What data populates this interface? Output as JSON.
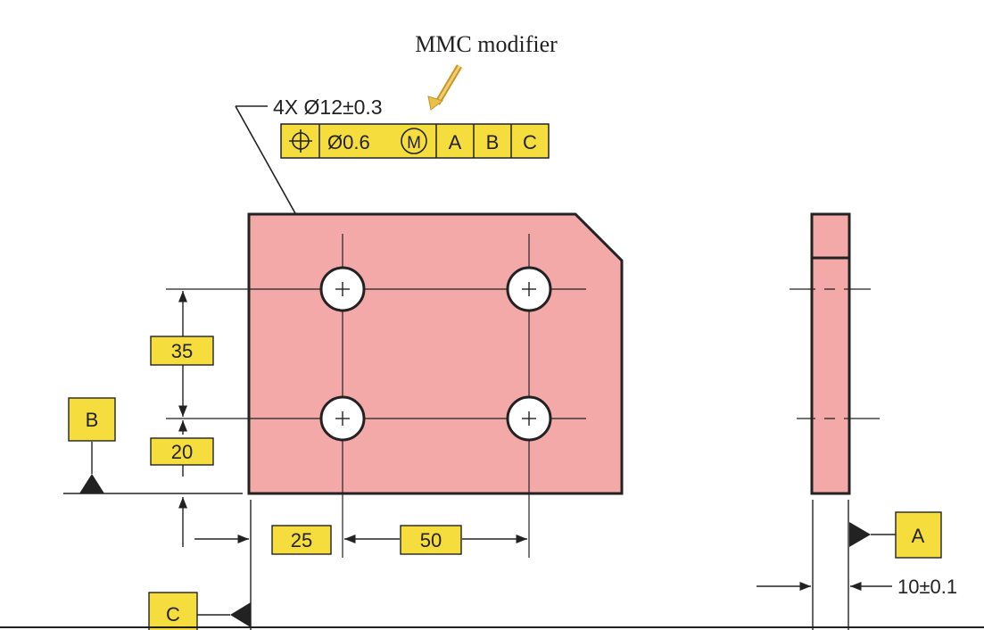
{
  "annotation_label": "MMC modifier",
  "hole_callout": "4X Ø12±0.3",
  "feature_control_frame": {
    "tolerance": "Ø0.6",
    "modifier": "M",
    "datums": [
      "A",
      "B",
      "C"
    ]
  },
  "dimensions": {
    "vertical_spacing": "35",
    "vertical_offset": "20",
    "horizontal_offset": "25",
    "horizontal_spacing": "50",
    "thickness": "10±0.1"
  },
  "datum_labels": {
    "a": "A",
    "b": "B",
    "c": "C"
  },
  "colors": {
    "part_fill": "#f4a9a9",
    "label_fill": "#f6dd3e",
    "arrow_fill": "#e8c04c",
    "line": "#222222"
  }
}
